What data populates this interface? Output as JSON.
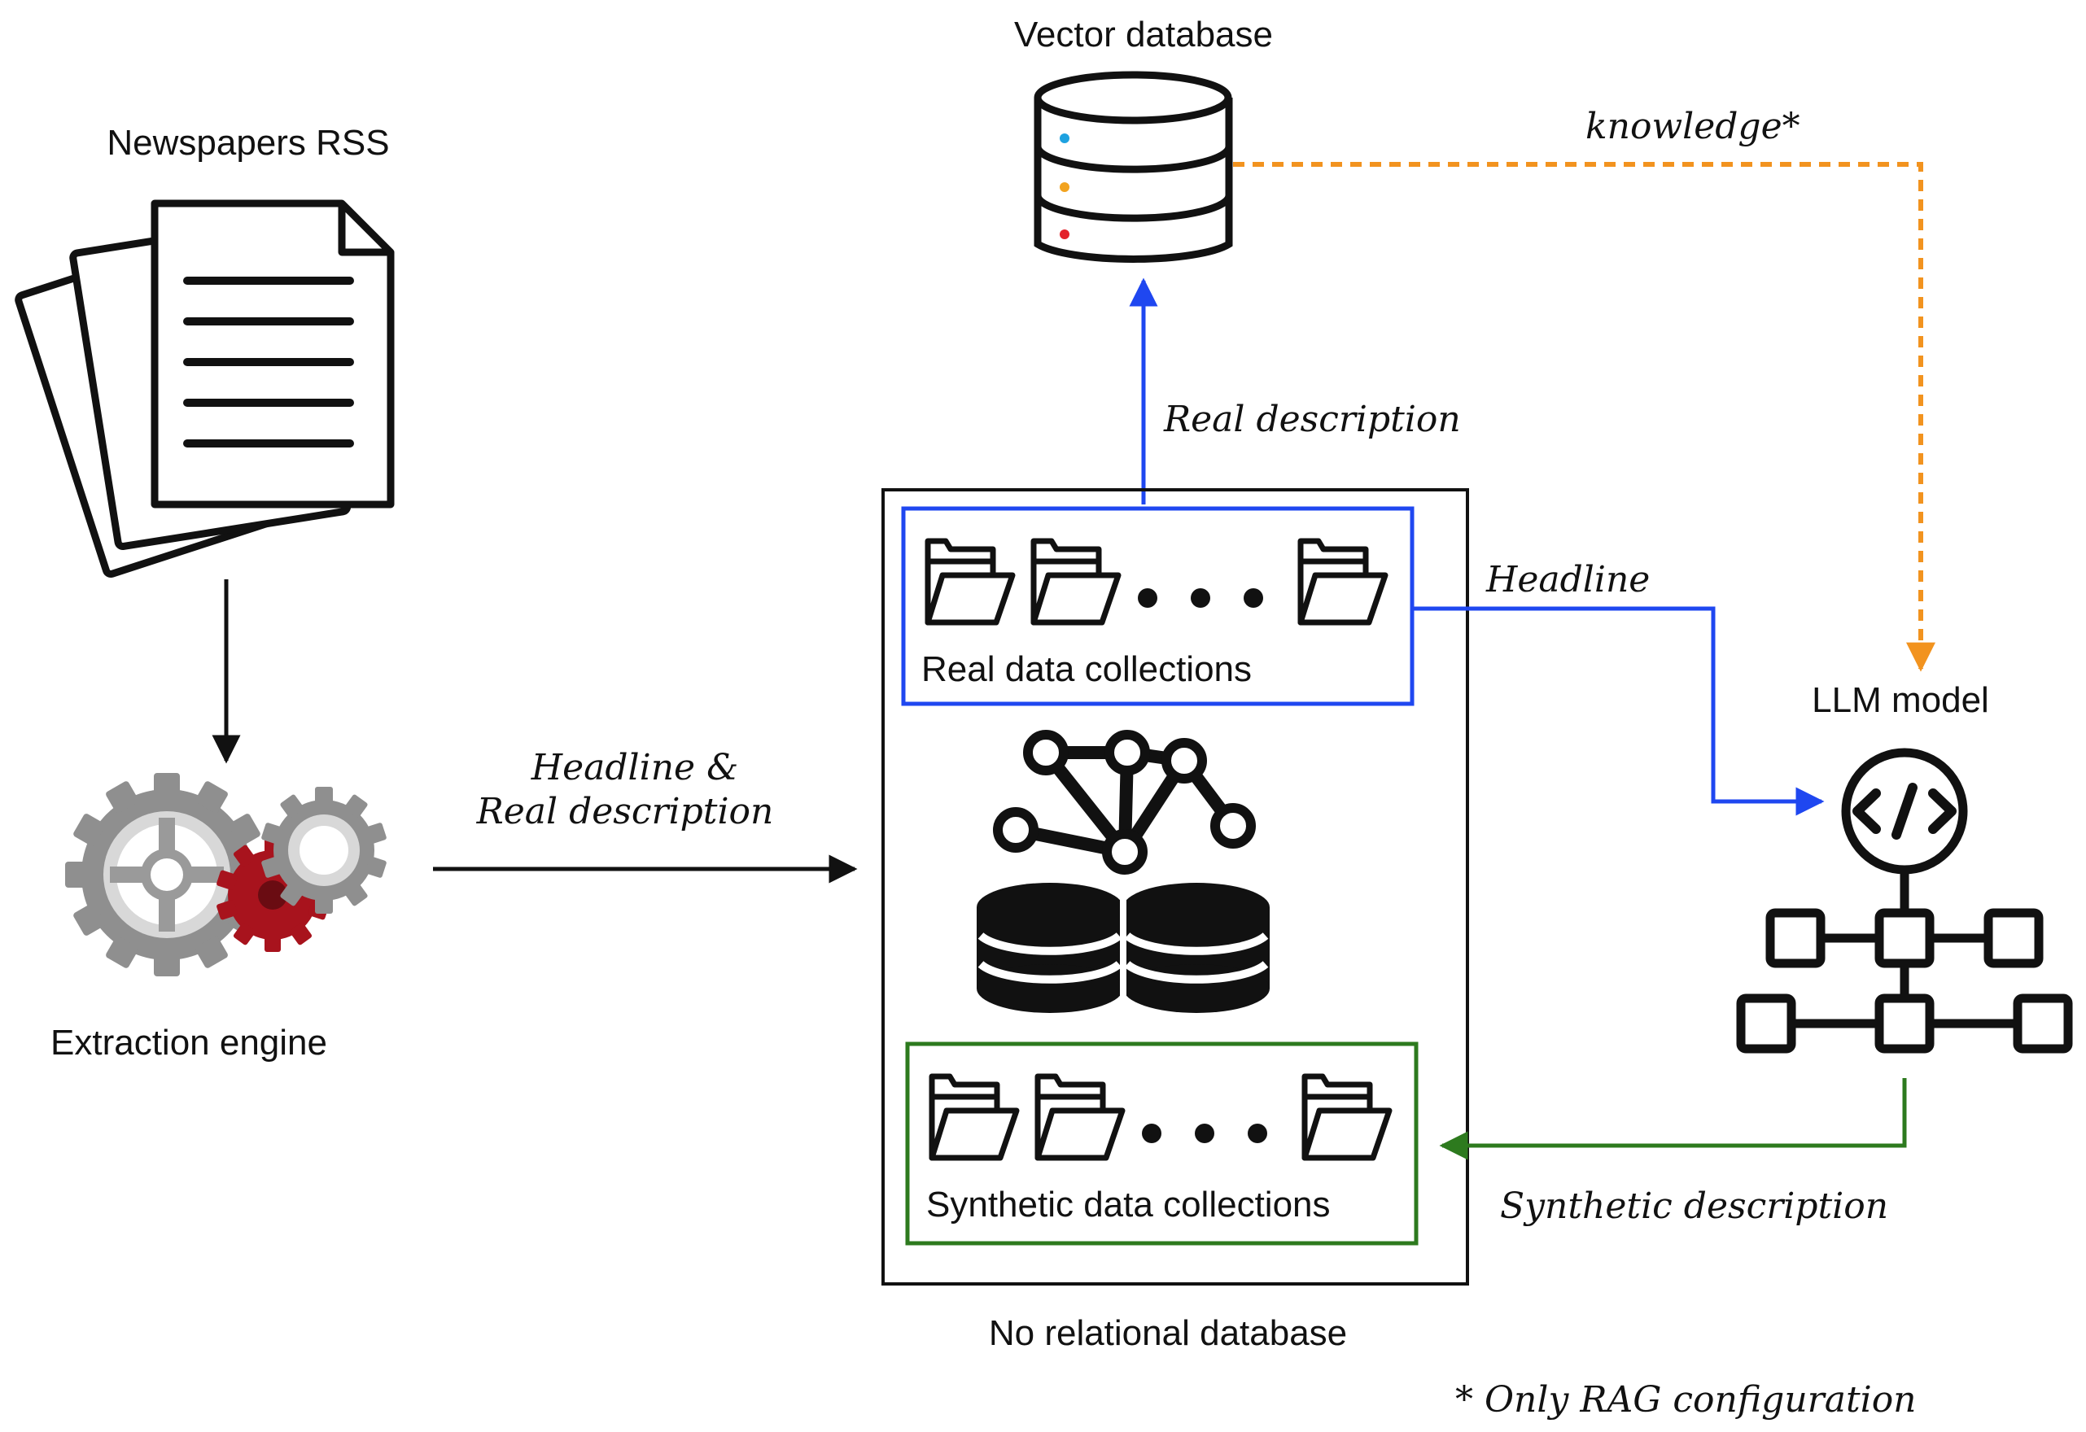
{
  "nodes": {
    "rss": {
      "label": "Newspapers RSS"
    },
    "extraction": {
      "label": "Extraction engine"
    },
    "vector_db": {
      "label": "Vector database"
    },
    "nosql_db": {
      "label": "No relational database"
    },
    "real_collections": {
      "label": "Real data collections"
    },
    "synthetic_collections": {
      "label": "Synthetic data collections"
    },
    "llm": {
      "label": "LLM model"
    }
  },
  "edges": {
    "rss_to_extraction": {
      "label": ""
    },
    "extraction_to_db": {
      "line1": "Headline &",
      "line2": "Real description"
    },
    "real_to_vector": {
      "label": "Real description"
    },
    "real_to_llm": {
      "label": "Headline"
    },
    "vector_to_llm": {
      "label": "knowledge*"
    },
    "llm_to_synthetic": {
      "label": "Synthetic description"
    }
  },
  "footnote": "* Only RAG configuration",
  "colors": {
    "black": "#111111",
    "blue": "#1f47f0",
    "green": "#2d7a1e",
    "orange": "#f2931f",
    "gear_gray": "#8f8f8f",
    "gear_red": "#a8131d"
  },
  "icons": [
    "documents-icon",
    "gears-icon",
    "database-icon",
    "folder-icon",
    "graph-database-icon",
    "code-icon",
    "network-icon"
  ]
}
